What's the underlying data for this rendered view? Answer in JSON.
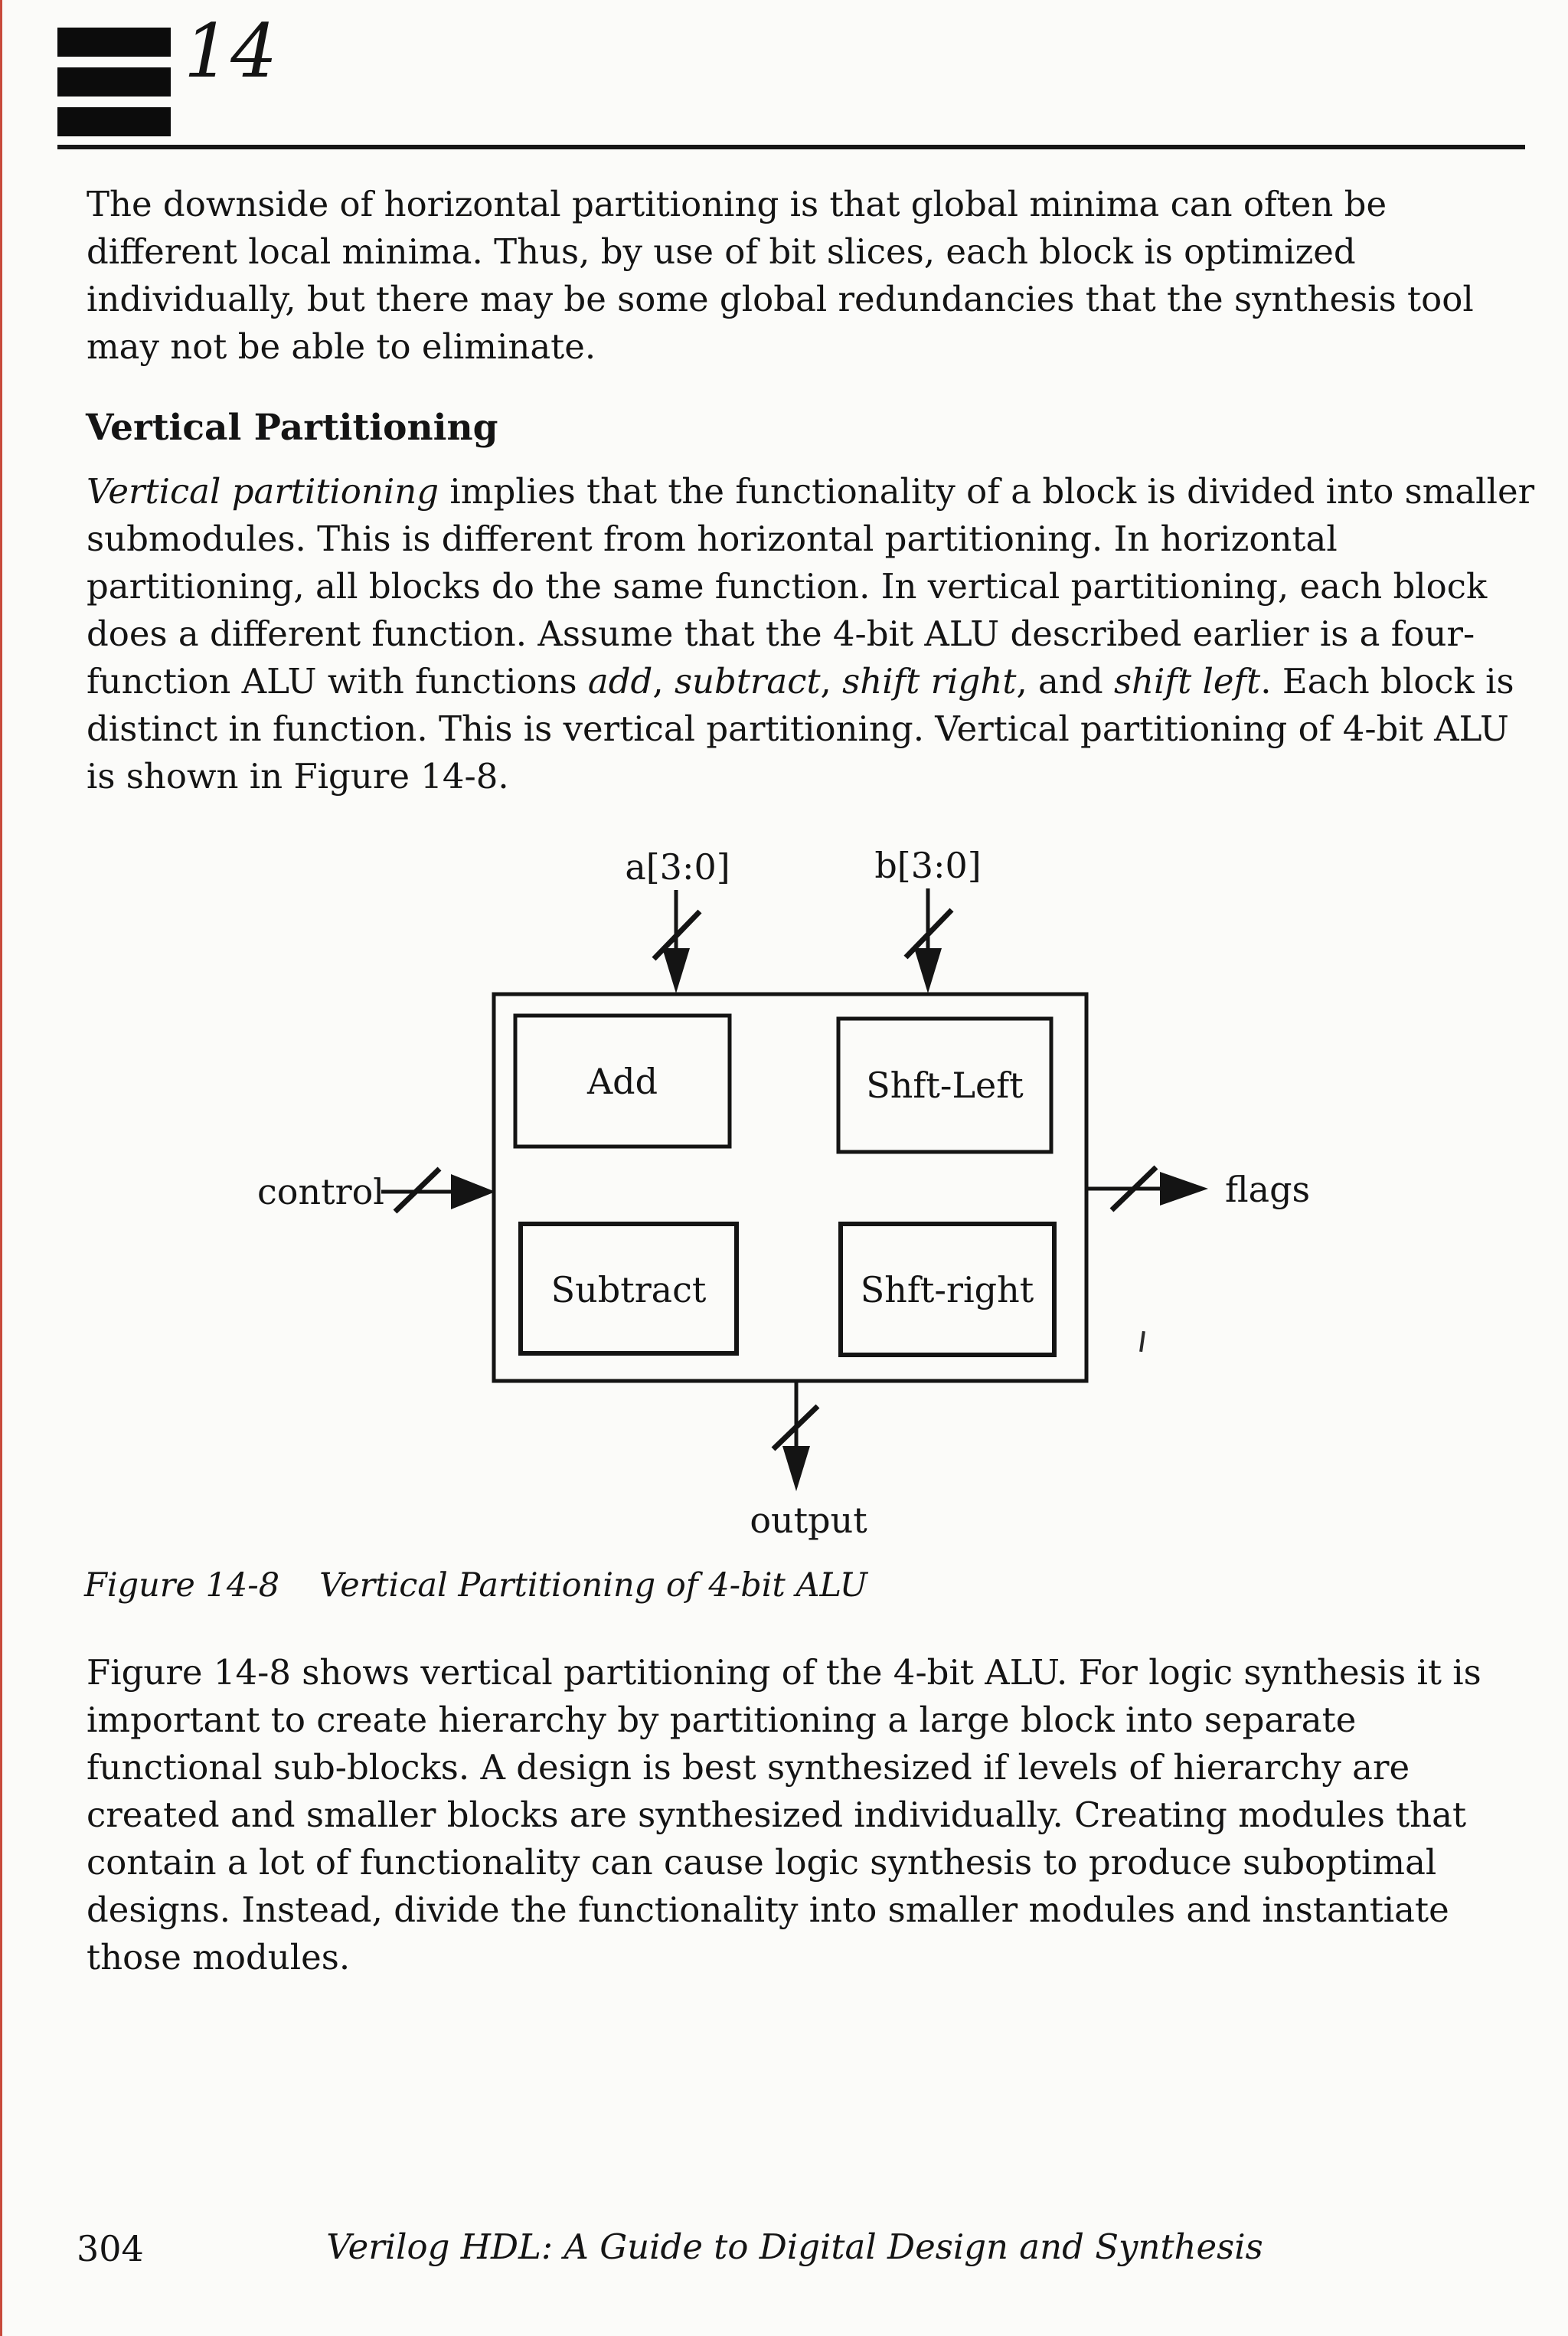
{
  "chapter": {
    "number": "14"
  },
  "colors": {
    "ink": "#141414",
    "paper": "#fbfbf9",
    "edge_artifact": "#c84a3c"
  },
  "para1": {
    "lines": [
      "The downside of horizontal partitioning is that global minima can often be",
      "different local minima. Thus, by use of bit slices, each block is optimized",
      "individually, but there may be some global redundancies that the synthesis tool",
      "may not be able to eliminate."
    ]
  },
  "section": {
    "heading": "Vertical Partitioning"
  },
  "para2": {
    "line1_italic": "Vertical partitioning",
    "line1_rest": " implies that the functionality of a block is divided into smaller",
    "line2": "submodules. This is different from horizontal partitioning. In horizontal",
    "line3": "partitioning, all blocks do the same function. In vertical partitioning, each block",
    "line4": "does a different function. Assume that the 4-bit ALU described earlier is a four-",
    "line5a": "function ALU with functions ",
    "line5b": "add",
    "line5c": ", ",
    "line5d": "subtract",
    "line5e": ", ",
    "line5f": "shift right",
    "line5g": ", and ",
    "line5h": "shift left",
    "line5i": ". Each block is",
    "line6": "distinct in function. This is vertical partitioning. Vertical partitioning of 4-bit ALU",
    "line7": "is shown in Figure 14-8."
  },
  "figure": {
    "input_a": "a[3:0]",
    "input_b": "b[3:0]",
    "blocks": {
      "add": "Add",
      "shift_left": "Shft-Left",
      "subtract": "Subtract",
      "shift_right": "Shft-right"
    },
    "control": "control",
    "flags": "flags",
    "output": "output",
    "caption_label": "Figure 14-8",
    "caption_text": "Vertical Partitioning of 4-bit ALU"
  },
  "para3": {
    "lines": [
      "Figure 14-8 shows vertical partitioning of the 4-bit ALU. For logic synthesis it is",
      "important to create hierarchy by partitioning a large block into separate",
      "functional sub-blocks. A design is best synthesized if levels of hierarchy are",
      "created and smaller blocks are synthesized individually. Creating modules that",
      "contain a lot of functionality can cause logic synthesis to produce suboptimal",
      "designs. Instead, divide the functionality into smaller modules and instantiate",
      "those modules."
    ]
  },
  "footer": {
    "page_number": "304",
    "book_title": "Verilog HDL: A Guide to Digital Design and Synthesis"
  }
}
